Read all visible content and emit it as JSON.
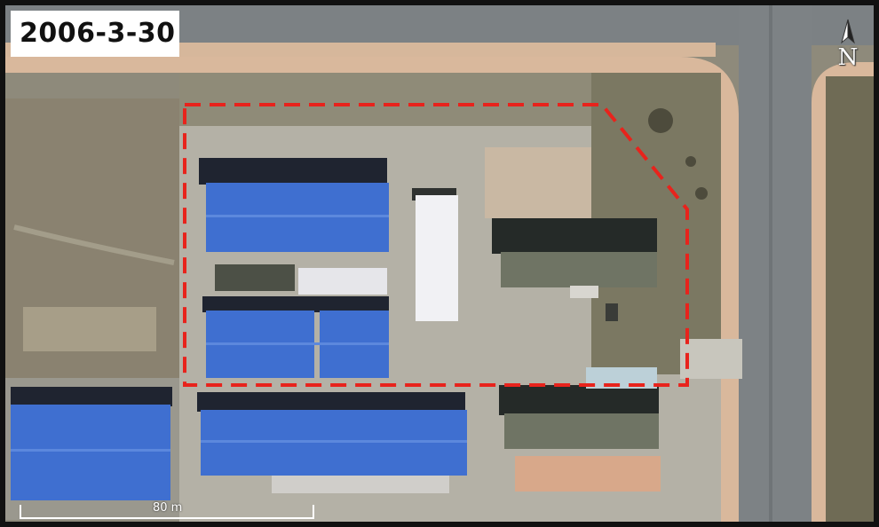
{
  "image": {
    "date": "2006-3-30",
    "north_label": "N",
    "scale_label": "80 m"
  },
  "colors": {
    "roof_blue": "#3f6fd0",
    "boundary_red": "#e8231c",
    "road_grey": "#7d8184",
    "runway_border": "#d9b79a"
  }
}
